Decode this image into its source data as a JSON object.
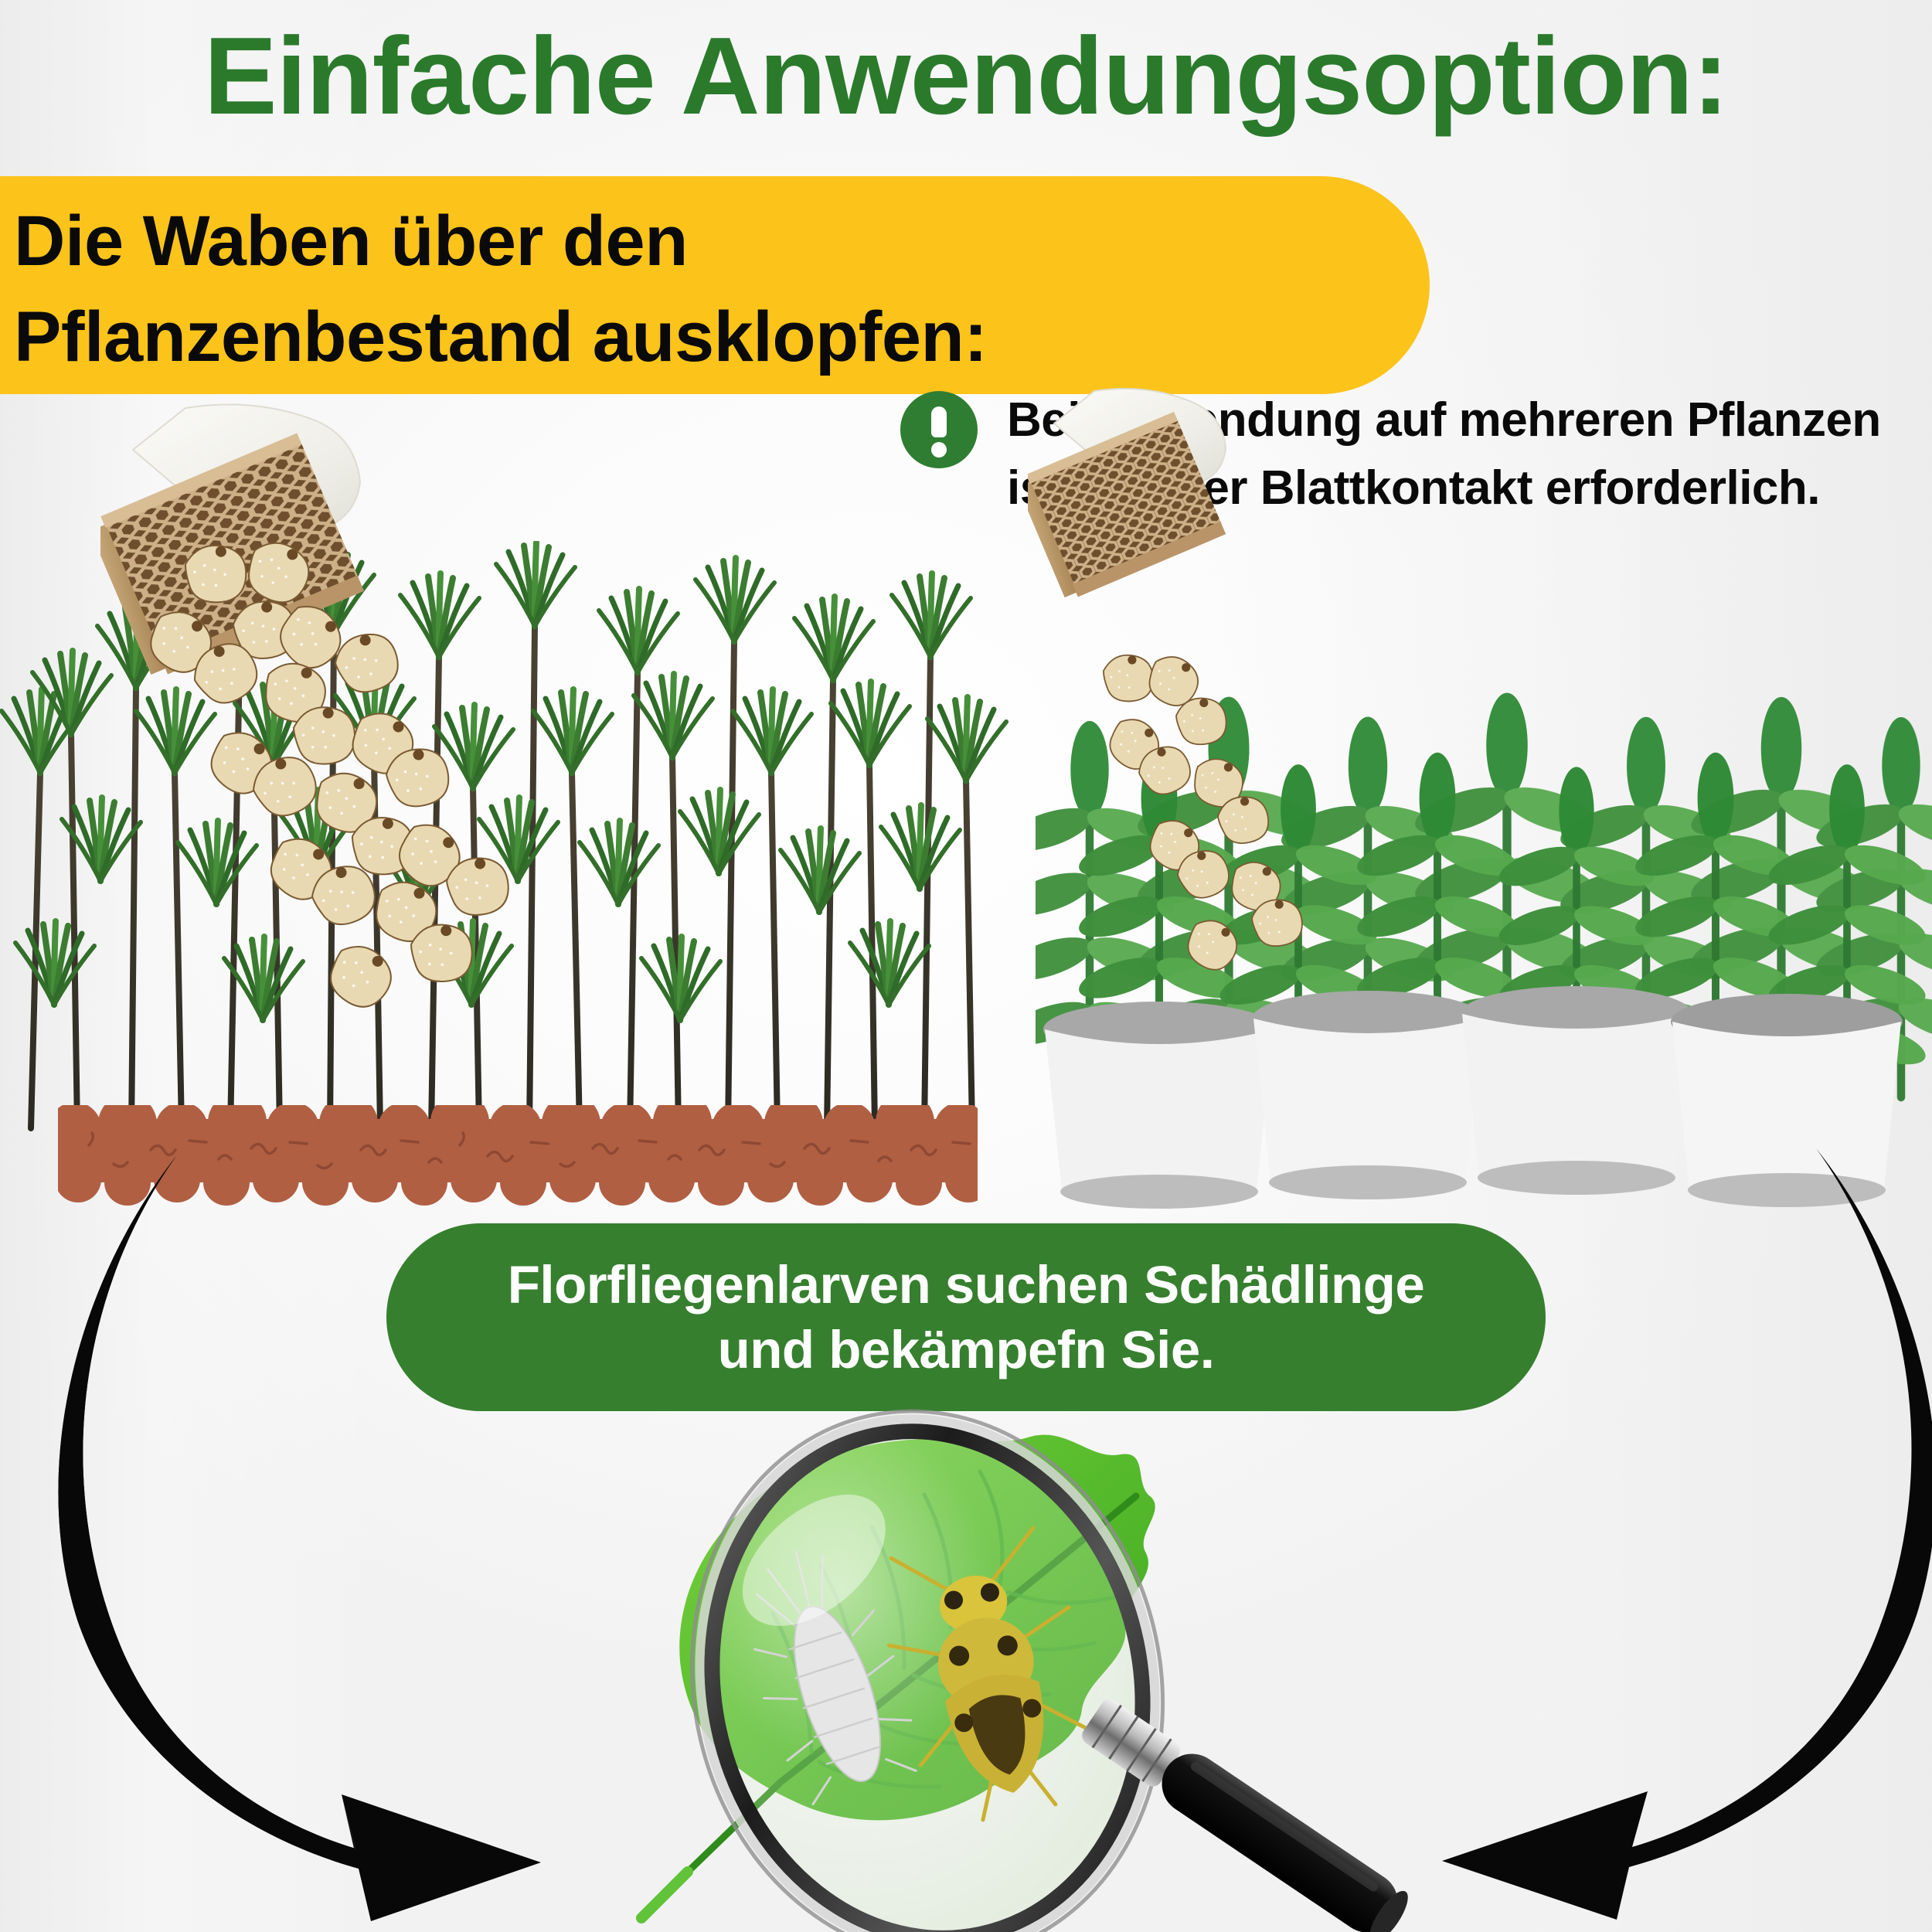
{
  "title": "Einfache Anwendungsoption:",
  "yellow_banner": {
    "line1": "Die Waben über den",
    "line2": "Pflanzenbestand ausklopfen:"
  },
  "warning": {
    "icon": "exclamation-circle-icon",
    "line1": "Bei Anwendung auf mehreren Pflanzen",
    "line2": "ist direkter Blattkontakt erforderlich."
  },
  "green_banner": {
    "line1": "Florfliegenlarven suchen Schädlinge",
    "line2": "und bekämpefn Sie."
  },
  "scene_left": {
    "name": "palm-plant-group-in-soil",
    "packet": "honeycomb-cardboard-packet-with-fleece",
    "larvae_count": 22,
    "soil": "brown-soil-bed"
  },
  "scene_right": {
    "name": "potted-plants-row",
    "packet": "honeycomb-cardboard-packet-with-fleece",
    "larvae_count": 12,
    "pots": 4
  },
  "magnifier_scene": {
    "name": "magnifying-glass-over-leaf",
    "leaf": "green-leaf",
    "lacewing_larva": "white-lacewing-larva",
    "aphid": "yellow-aphid-pest",
    "handle": "black-magnifier-handle"
  },
  "arrows": {
    "left": "curved-arrow-down-right",
    "right": "curved-arrow-down-left"
  },
  "colors": {
    "title_green": "#2B7A2C",
    "banner_yellow": "#FCC31A",
    "banner_green": "#367F2E",
    "text_black": "#0A0A0A",
    "text_white": "#FFFFFF",
    "soil_brown": "#B05F43",
    "arrow_black": "#080808",
    "cardboard": "#C6A87C",
    "larva_cream": "#E8D7AE"
  }
}
